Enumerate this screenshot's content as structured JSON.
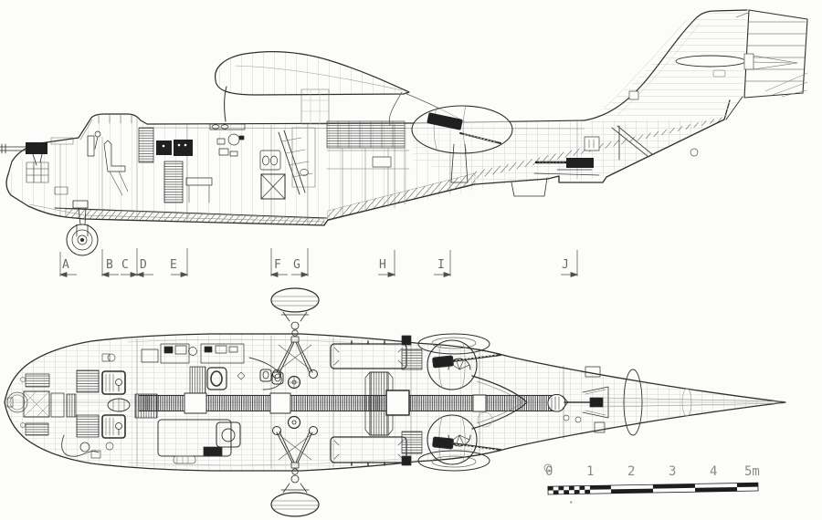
{
  "diagram": {
    "kind": "aircraft-cutaway-technical-drawing",
    "views": {
      "top": "side-elevation-cutaway",
      "bottom": "plan-view-cutaway"
    },
    "section_markers": [
      {
        "label": "A"
      },
      {
        "label": "B"
      },
      {
        "label": "C"
      },
      {
        "label": "D"
      },
      {
        "label": "E"
      },
      {
        "label": "F"
      },
      {
        "label": "G"
      },
      {
        "label": "H"
      },
      {
        "label": "I"
      },
      {
        "label": "J"
      }
    ],
    "scale_bar": {
      "tick_labels": [
        "0",
        "1",
        "2",
        "3",
        "4",
        "5m"
      ],
      "unit": "m"
    },
    "colors": {
      "ink": "#2e2e2e",
      "medium": "#8c8c8c",
      "light_grid": "#d6d6d6",
      "label_text": "#6b6b6b",
      "scale_text": "#8a8a8a",
      "background": "#fcfcfa"
    }
  }
}
